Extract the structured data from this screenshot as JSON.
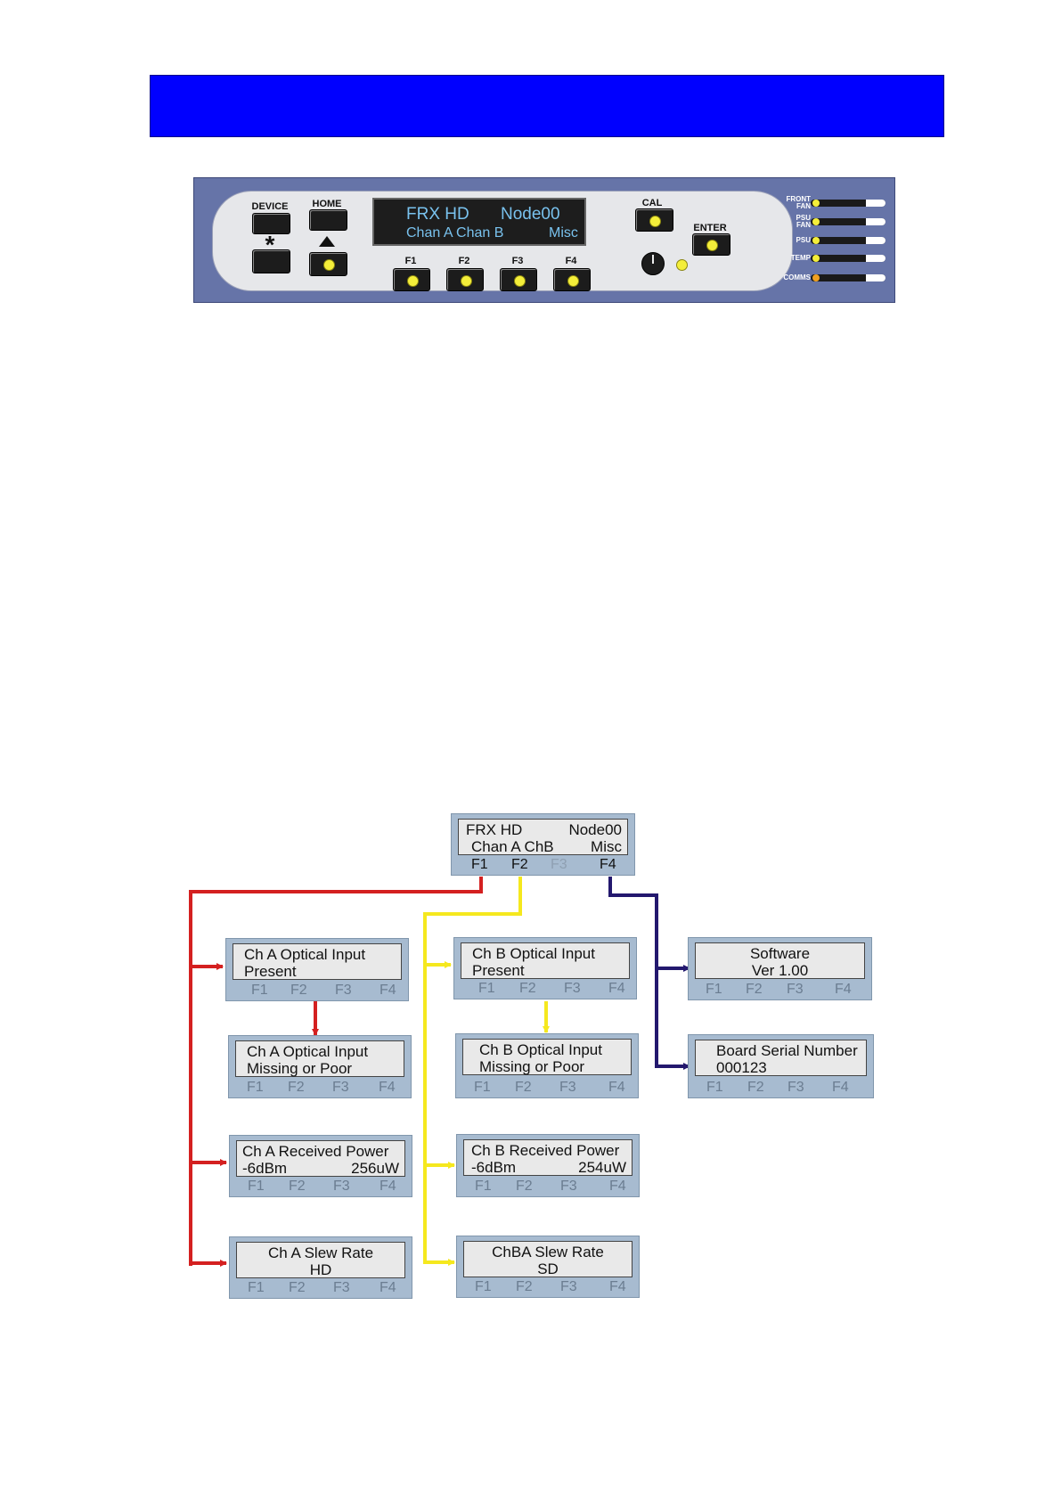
{
  "panel": {
    "buttons": {
      "device": "DEVICE",
      "home": "HOME",
      "star": "*",
      "cal": "CAL",
      "enter": "ENTER",
      "f1": "F1",
      "f2": "F2",
      "f3": "F3",
      "f4": "F4"
    },
    "lcd": {
      "line1_left": "FRX HD",
      "line1_right": "Node00",
      "line2_left": "Chan A Chan B",
      "line2_right": "Misc"
    },
    "status": [
      {
        "label1": "FRONT",
        "label2": "FAN"
      },
      {
        "label1": "PSU",
        "label2": "FAN"
      },
      {
        "label1": "PSU",
        "label2": ""
      },
      {
        "label1": "TEMP",
        "label2": ""
      },
      {
        "label1": "COMMS",
        "label2": ""
      }
    ],
    "colors": {
      "panel": "#6674a8",
      "lcd_text": "#79c2ee",
      "led": "#f4ee3a"
    }
  },
  "menu": {
    "fkeys": [
      "F1",
      "F2",
      "F3",
      "F4"
    ],
    "root": {
      "line1_left": "FRX HD",
      "line1_right": "Node00",
      "line2_left": "Chan A ChB",
      "line2_right": "Misc"
    },
    "cha_present": {
      "line1": "Ch A Optical Input",
      "line2": "Present"
    },
    "cha_missing": {
      "line1": "Ch A Optical Input",
      "line2": "Missing or Poor"
    },
    "cha_power": {
      "line1": "Ch A Received Power",
      "line2_left": "-6dBm",
      "line2_right": "256uW"
    },
    "cha_slew": {
      "line1": "Ch A Slew Rate",
      "line2": "HD"
    },
    "chb_present": {
      "line1": "Ch B Optical Input",
      "line2": "Present"
    },
    "chb_missing": {
      "line1": "Ch B Optical Input",
      "line2": "Missing or Poor"
    },
    "chb_power": {
      "line1": "Ch B Received Power",
      "line2_left": "-6dBm",
      "line2_right": "254uW"
    },
    "chb_slew": {
      "line1": "ChBA Slew Rate",
      "line2": "SD"
    },
    "software": {
      "line1": "Software",
      "line2": "Ver 1.00"
    },
    "serial": {
      "line1": "Board Serial Number",
      "line2": "000123"
    },
    "colors": {
      "chan_a": "#d42020",
      "chan_b": "#f5e81e",
      "misc": "#23186e"
    }
  }
}
